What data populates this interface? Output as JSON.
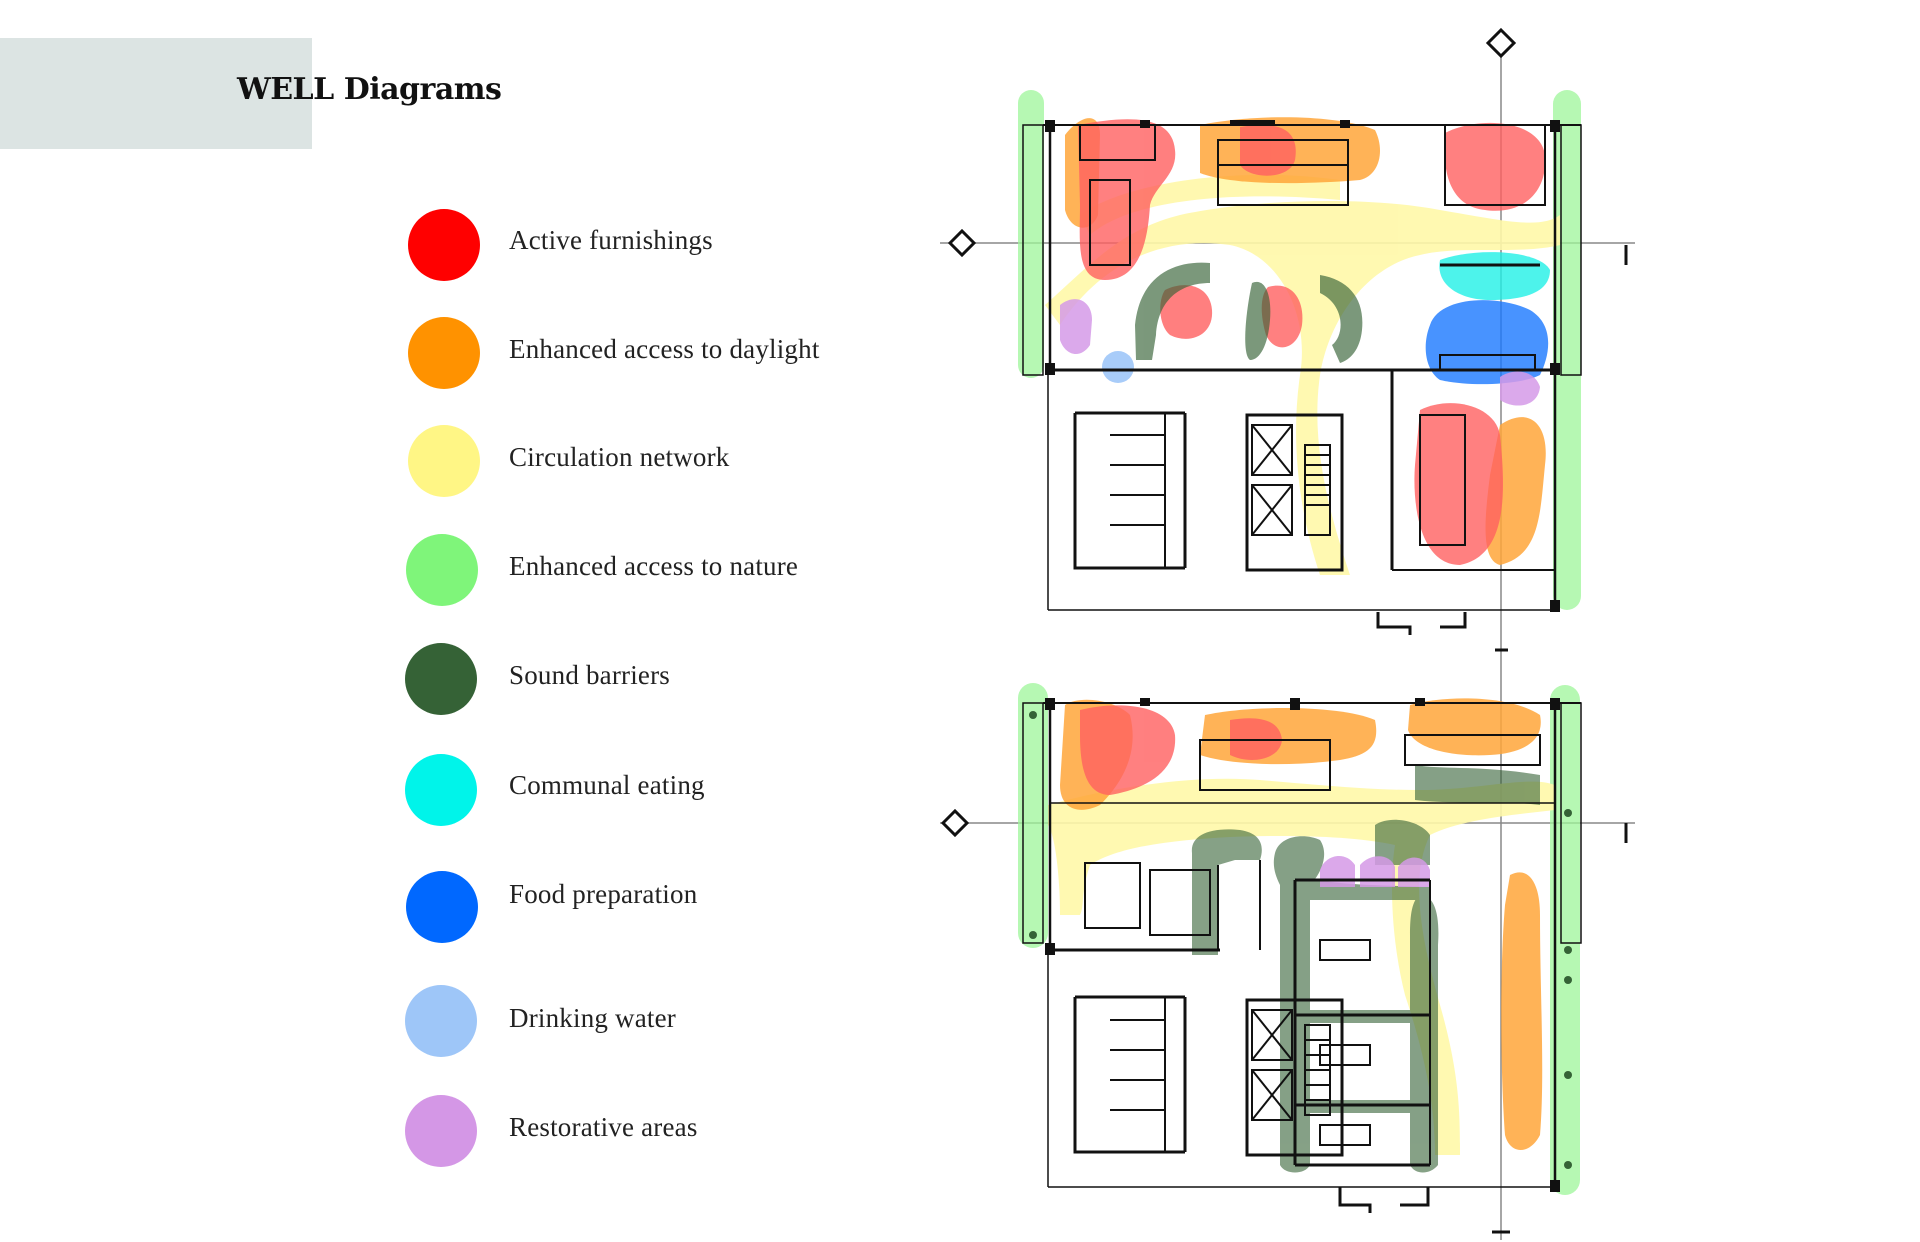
{
  "header": {
    "title": "WELL Diagrams"
  },
  "legend": {
    "items": [
      {
        "label": "Active furnishings",
        "color": "#ff0000"
      },
      {
        "label": "Enhanced access to daylight",
        "color": "#ff9200"
      },
      {
        "label": "Circulation network",
        "color": "#fff685"
      },
      {
        "label": "Enhanced access to nature",
        "color": "#7ff57a"
      },
      {
        "label": "Sound barriers",
        "color": "#356236"
      },
      {
        "label": "Communal eating",
        "color": "#00f4ea"
      },
      {
        "label": "Food preparation",
        "color": "#0068ff"
      },
      {
        "label": "Drinking water",
        "color": "#9ec6f8"
      },
      {
        "label": "Restorative areas",
        "color": "#d497e6"
      }
    ]
  },
  "floor_plans": {
    "upper": {
      "icon": "floor-plan-upper"
    },
    "lower": {
      "icon": "floor-plan-lower"
    }
  }
}
